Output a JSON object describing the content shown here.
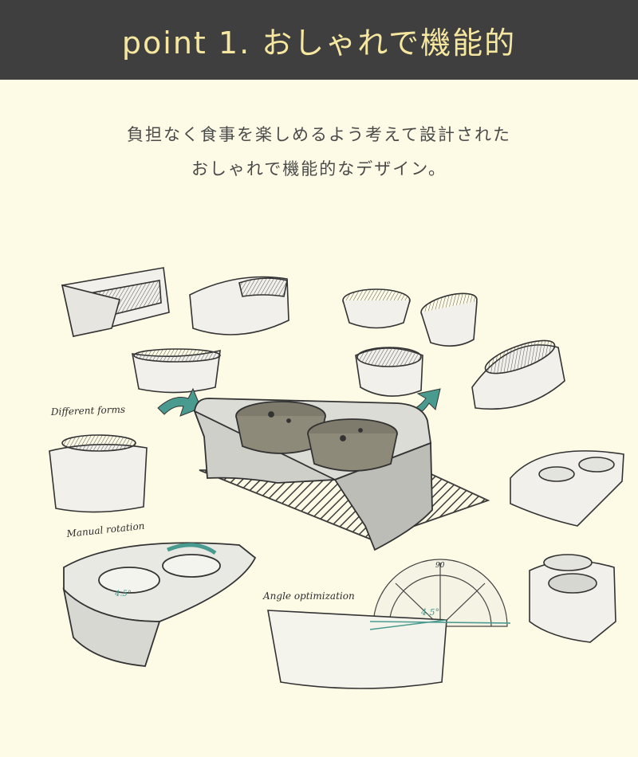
{
  "header": {
    "title": "point 1. おしゃれで機能的"
  },
  "description": {
    "line1": "負担なく食事を楽しめるよう考えて設計された",
    "line2": "おしゃれで機能的なデザイン。"
  },
  "illustration": {
    "labels": {
      "different_forms": "Different forms",
      "manual_rotation": "Manual rotation",
      "angle_optimization": "Angle optimization",
      "angle_left": "4.5°",
      "angle_right": "4.5°",
      "protractor_90": "90"
    }
  }
}
